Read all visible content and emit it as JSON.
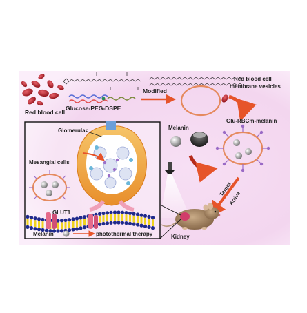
{
  "labels": {
    "red_blood_cell": "Red blood cell",
    "glucose_peg_dspe": "Glucose-PEG-DSPE",
    "modified": "Modified",
    "rbc_membrane_line1": "Red blood cell",
    "rbc_membrane_line2": "membrane vesicles",
    "melanin_top": "Melanin",
    "glu_rbcm_melanin": "Glu-RBCm-melanin",
    "glomerular": "Glomerular",
    "mesangial_cells": "Mesangial cells",
    "glut1": "GLUT1",
    "melanin_legend": "Melanin",
    "photothermal_therapy": "photothermal therapy",
    "target": "Target",
    "arrive": "Arrive",
    "kidney": "Kidney"
  },
  "colors": {
    "background_tint": "#f3d6ef",
    "rbc_red": "#c0202a",
    "vesicle_outline": "#e58a5e",
    "arrow_orange": "#e6542a",
    "membrane_blue": "#1f2a8c",
    "membrane_yellow": "#f0d31e",
    "glut_pink": "#e56a8a",
    "glomerulus_orange": "#f2a93b",
    "mouse_brown": "#9a7a58"
  }
}
